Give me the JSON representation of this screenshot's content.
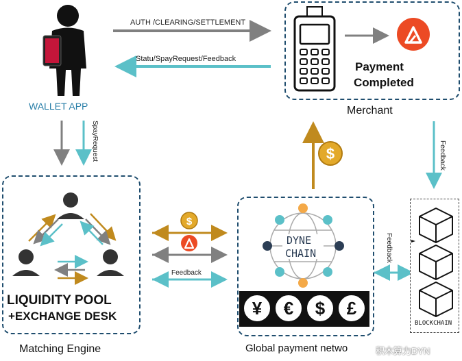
{
  "wallet": {
    "label": "WALLET APP"
  },
  "merchant": {
    "label": "Merchant",
    "status_line1": "Payment",
    "status_line2": "Completed"
  },
  "matching": {
    "title_line1": "LIQUIDITY POOL",
    "title_line2": "+EXCHANGE DESK",
    "caption": "Matching Engine"
  },
  "network": {
    "chain_line1": "DYNE",
    "chain_line2": "CHAIN",
    "caption": "Global payment netwo",
    "currencies": [
      "¥",
      "€",
      "$",
      "£"
    ]
  },
  "blockchain": {
    "label": "BLOCKCHAIN"
  },
  "arrows": {
    "auth": "AUTH /CLEARING/SETTLEMENT",
    "status": "Statu/SpayRequest/Feedback",
    "spay_request": "SpayRequest",
    "feedback_merchant": "Feedback",
    "feedback_network": "Feedback",
    "feedback_blockchain": "Feedback"
  },
  "watermark": "积木算力DYN",
  "colors": {
    "teal": "#5bc0c8",
    "gray": "#808080",
    "gold": "#c08a1e",
    "navy": "#1f4d6e",
    "red": "#ec4a24"
  }
}
